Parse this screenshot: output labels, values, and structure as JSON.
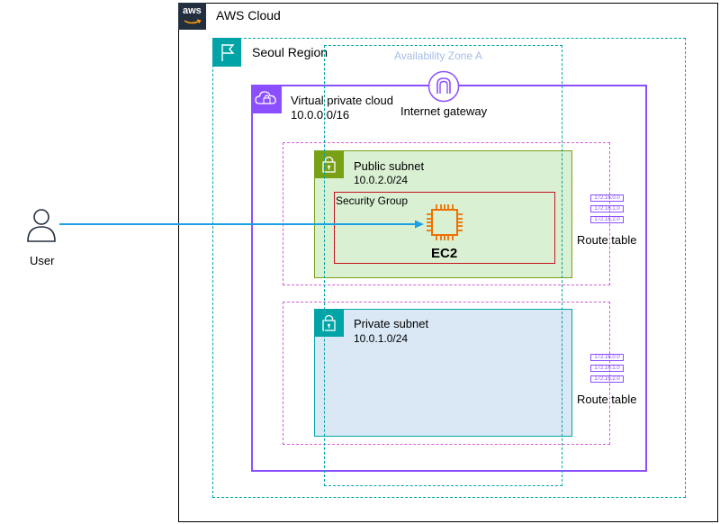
{
  "aws_cloud": {
    "label": "AWS Cloud",
    "logo_text": "aws"
  },
  "region": {
    "label": "Seoul Region"
  },
  "availability_zone": {
    "label": "Availability Zone A"
  },
  "vpc": {
    "label": "Virtual private cloud",
    "cidr": "10.0.0.0/16"
  },
  "internet_gateway": {
    "label": "Internet gateway"
  },
  "public_subnet": {
    "label": "Public subnet",
    "cidr": "10.0.2.0/24"
  },
  "security_group": {
    "label": "Security Group"
  },
  "ec2": {
    "label": "EC2"
  },
  "private_subnet": {
    "label": "Private subnet",
    "cidr": "10.0.1.0/24"
  },
  "route_table_public": {
    "label": "Route table",
    "rows": [
      "172.16.0.0",
      "172.16.1.0",
      "172.16.2.0"
    ]
  },
  "route_table_private": {
    "label": "Route table",
    "rows": [
      "172.16.0.0",
      "172.16.1.0",
      "172.16.2.0"
    ]
  },
  "user": {
    "label": "User"
  },
  "colors": {
    "aws_cloud_border": "#000000",
    "aws_logo_bg": "#232f3e",
    "region_teal": "#00a4a6",
    "vpc_purple": "#8c4fff",
    "public_green": "#7aa116",
    "public_fill": "#d9f0d3",
    "private_fill": "#dae8f5",
    "security_red": "#dd344c",
    "ec2_orange": "#ed7100",
    "subnet_dash_pink": "#d45bd8",
    "az_label": "#a5bde6",
    "arrow_blue": "#1ba1e2"
  }
}
